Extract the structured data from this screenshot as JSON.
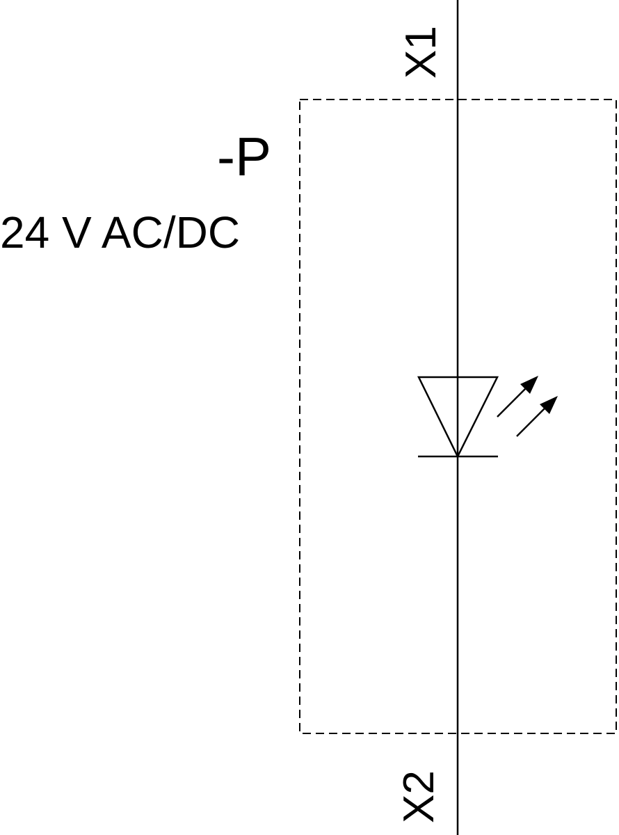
{
  "diagram": {
    "type": "circuit-symbol",
    "component": "LED indicator lamp",
    "designation": "-P",
    "rating": "24 V AC/DC",
    "terminals": [
      {
        "label": "X1",
        "position": "top"
      },
      {
        "label": "X2",
        "position": "bottom"
      }
    ],
    "symbol": "light-emitting-diode",
    "enclosure": "dashed-rectangle",
    "colors": {
      "stroke": "#000000",
      "background": "#ffffff"
    }
  }
}
